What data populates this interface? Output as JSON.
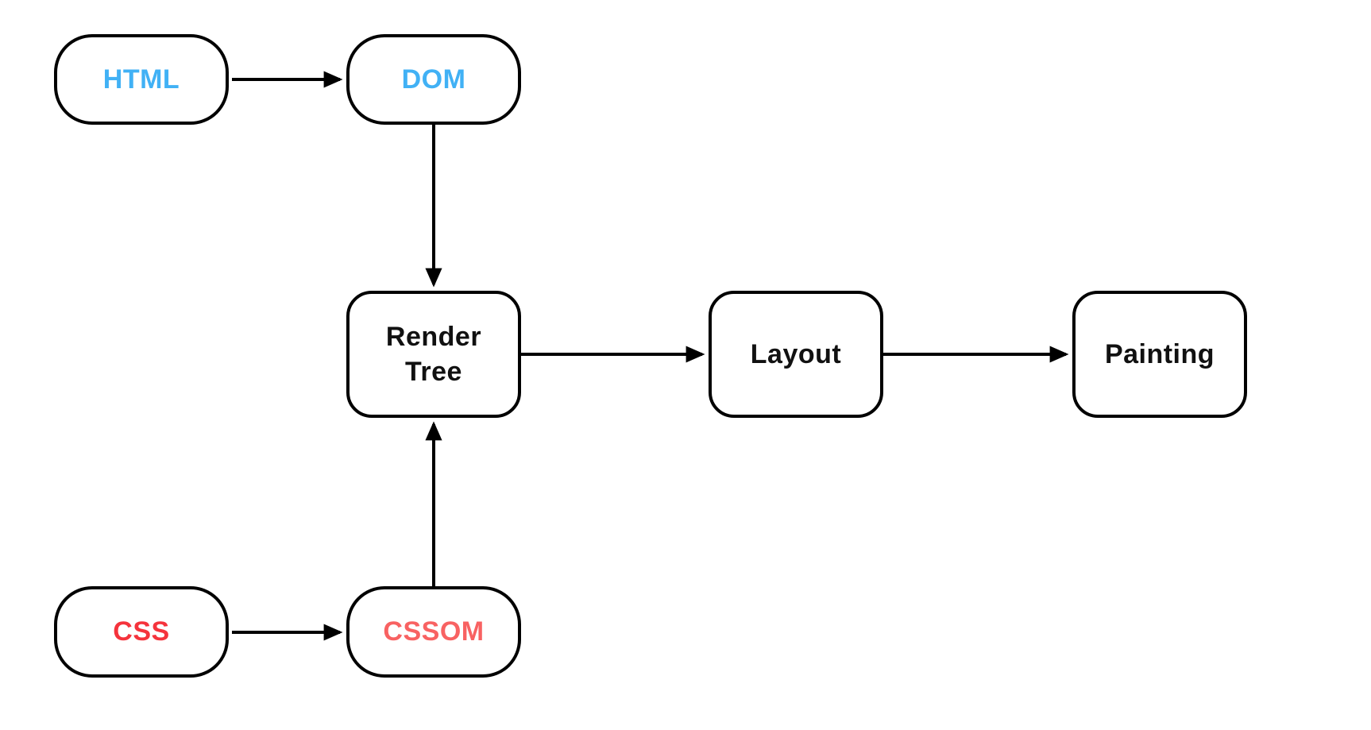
{
  "diagram": {
    "type": "flowchart",
    "description": "Browser rendering pipeline",
    "background_color": "#ffffff",
    "node_fill_color": "#ffffff",
    "node_border_color": "#000000",
    "arrow_color": "#000000",
    "nodes": [
      {
        "id": "html",
        "label": "HTML",
        "shape": "pill",
        "text_color": "#41b1f5"
      },
      {
        "id": "dom",
        "label": "DOM",
        "shape": "pill",
        "text_color": "#41b1f5"
      },
      {
        "id": "render-tree",
        "label": "Render\nTree",
        "shape": "process",
        "text_color": "#111111"
      },
      {
        "id": "layout",
        "label": "Layout",
        "shape": "process",
        "text_color": "#111111"
      },
      {
        "id": "painting",
        "label": "Painting",
        "shape": "process",
        "text_color": "#111111"
      },
      {
        "id": "css",
        "label": "CSS",
        "shape": "pill",
        "text_color": "#f5333c"
      },
      {
        "id": "cssom",
        "label": "CSSOM",
        "shape": "pill",
        "text_color": "#f86262"
      }
    ],
    "edges": [
      {
        "from": "HTML",
        "to": "DOM",
        "direction": "right"
      },
      {
        "from": "DOM",
        "to": "Render Tree",
        "direction": "down"
      },
      {
        "from": "CSS",
        "to": "CSSOM",
        "direction": "right"
      },
      {
        "from": "CSSOM",
        "to": "Render Tree",
        "direction": "up"
      },
      {
        "from": "Render Tree",
        "to": "Layout",
        "direction": "right"
      },
      {
        "from": "Layout",
        "to": "Painting",
        "direction": "right"
      }
    ]
  }
}
